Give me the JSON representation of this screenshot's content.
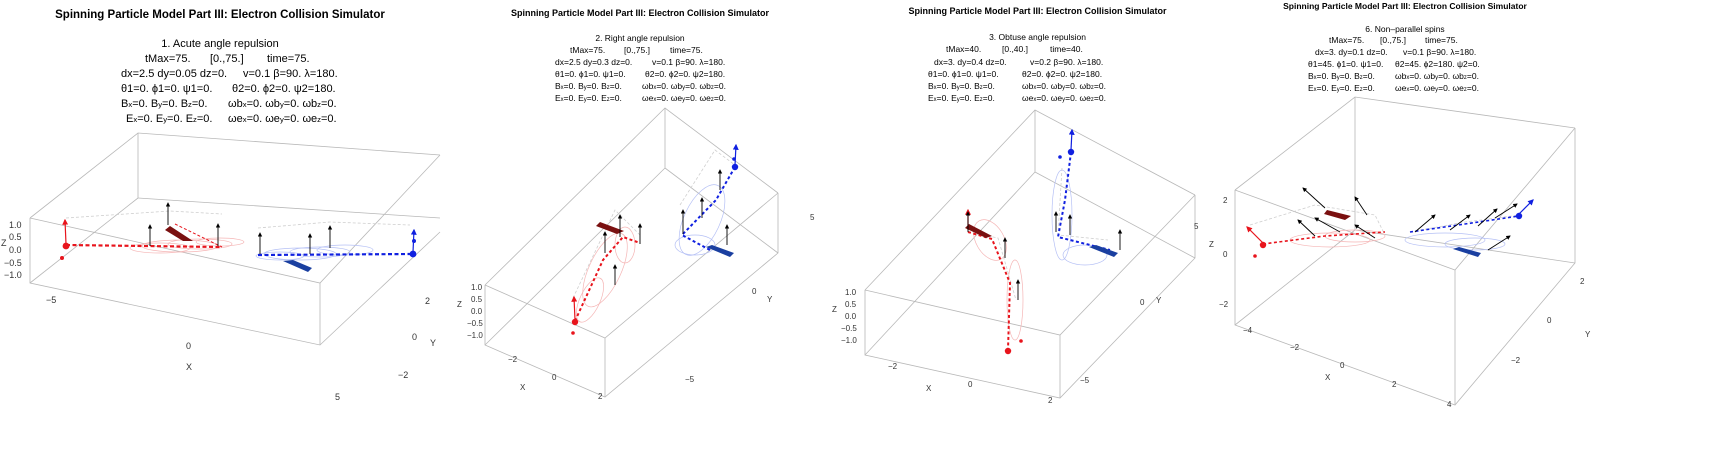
{
  "panels": [
    {
      "title": "Spinning Particle Model Part III: Electron Collision Simulator",
      "subtitle": "1. Acute angle repulsion",
      "params": {
        "tmax": "tMax=75.",
        "range": "[0.,75.]",
        "time": "time=75.",
        "dxyz": "dx=2.5 dy=0.05 dz=0.",
        "v": "v=0.1 β=90. λ=180.",
        "angles1": "θ1=0. ϕ1=0. ψ1=0.",
        "angles2": "θ2=0. ϕ2=0. ψ2=180.",
        "b_x": "B",
        "b_x_sub": "x",
        "b_x_val": "=0. ",
        "b_y": "B",
        "b_y_sub": "y",
        "b_y_val": "=0. ",
        "b_z": "B",
        "b_z_sub": "z",
        "b_z_val": "=0.",
        "wb": "ωb",
        "wb_x_sub": "x",
        "wb_x_val": "=0. ",
        "wb_y_sub": "y",
        "wb_y_val": "=0. ",
        "wb_z_sub": "z",
        "wb_z_val": "=0.",
        "e": "E",
        "e_x_sub": "x",
        "e_x_val": "=0. ",
        "e_y_sub": "y",
        "e_y_val": "=0. ",
        "e_z_sub": "z",
        "e_z_val": "=0.",
        "we": "ωe",
        "we_x_sub": "x",
        "we_x_val": "=0. ",
        "we_y_sub": "y",
        "we_y_val": "=0. ",
        "we_z_sub": "z",
        "we_z_val": "=0."
      },
      "axes": {
        "x_label": "X",
        "y_label": "Y",
        "z_label": "Z",
        "x_ticks": [
          "−5",
          "0",
          "5"
        ],
        "y_ticks": [
          "2",
          "0",
          "−2"
        ],
        "z_ticks": [
          "1.0",
          "0.5",
          "0.0",
          "−0.5",
          "−1.0"
        ]
      }
    },
    {
      "title": "Spinning Particle Model Part III: Electron Collision Simulator",
      "subtitle": "2. Right angle repulsion",
      "params": {
        "tmax": "tMax=75.",
        "range": "[0.,75.]",
        "time": "time=75.",
        "dxyz": "dx=2.5 dy=0.3 dz=0.",
        "v": "v=0.1 β=90. λ=180.",
        "angles1": "θ1=0. ϕ1=0. ψ1=0.",
        "angles2": "θ2=0. ϕ2=0. ψ2=180.",
        "b_x": "B",
        "b_x_sub": "x",
        "b_x_val": "=0. ",
        "b_y": "B",
        "b_y_sub": "y",
        "b_y_val": "=0. ",
        "b_z": "B",
        "b_z_sub": "z",
        "b_z_val": "=0.",
        "wb": "ωb",
        "wb_x_sub": "x",
        "wb_x_val": "=0. ",
        "wb_y_sub": "y",
        "wb_y_val": "=0. ",
        "wb_z_sub": "z",
        "wb_z_val": "=0.",
        "e": "E",
        "e_x_sub": "x",
        "e_x_val": "=0. ",
        "e_y_sub": "y",
        "e_y_val": "=0. ",
        "e_z_sub": "z",
        "e_z_val": "=0.",
        "we": "ωe",
        "we_x_sub": "x",
        "we_x_val": "=0. ",
        "we_y_sub": "y",
        "we_y_val": "=0. ",
        "we_z_sub": "z",
        "we_z_val": "=0."
      },
      "axes": {
        "x_label": "X",
        "y_label": "Y",
        "z_label": "Z",
        "x_ticks": [
          "−2",
          "0",
          "2"
        ],
        "y_ticks": [
          "5",
          "0",
          "−5"
        ],
        "z_ticks": [
          "1.0",
          "0.5",
          "0.0",
          "−0.5",
          "−1.0"
        ]
      }
    },
    {
      "title": "Spinning Particle Model Part III: Electron Collision Simulator",
      "subtitle": "3. Obtuse angle repulsion",
      "params": {
        "tmax": "tMax=40.",
        "range": "[0.,40.]",
        "time": "time=40.",
        "dxyz": "dx=3. dy=0.4 dz=0.",
        "v": "v=0.2 β=90. λ=180.",
        "angles1": "θ1=0. ϕ1=0. ψ1=0.",
        "angles2": "θ2=0. ϕ2=0. ψ2=180.",
        "b_x": "B",
        "b_x_sub": "x",
        "b_x_val": "=0. ",
        "b_y": "B",
        "b_y_sub": "y",
        "b_y_val": "=0. ",
        "b_z": "B",
        "b_z_sub": "z",
        "b_z_val": "=0.",
        "wb": "ωb",
        "wb_x_sub": "x",
        "wb_x_val": "=0. ",
        "wb_y_sub": "y",
        "wb_y_val": "=0. ",
        "wb_z_sub": "z",
        "wb_z_val": "=0.",
        "e": "E",
        "e_x_sub": "x",
        "e_x_val": "=0. ",
        "e_y_sub": "y",
        "e_y_val": "=0. ",
        "e_z_sub": "z",
        "e_z_val": "=0.",
        "we": "ωe",
        "we_x_sub": "x",
        "we_x_val": "=0. ",
        "we_y_sub": "y",
        "we_y_val": "=0. ",
        "we_z_sub": "z",
        "we_z_val": "=0."
      },
      "axes": {
        "x_label": "X",
        "y_label": "Y",
        "z_label": "Z",
        "x_ticks": [
          "−2",
          "0",
          "2"
        ],
        "y_ticks": [
          "5",
          "0",
          "−5"
        ],
        "z_ticks": [
          "1.0",
          "0.5",
          "0.0",
          "−0.5",
          "−1.0"
        ]
      }
    },
    {
      "title": "Spinning Particle Model Part III: Electron Collision Simulator",
      "subtitle": "6. Non–parallel spins",
      "params": {
        "tmax": "tMax=75.",
        "range": "[0.,75.]",
        "time": "time=75.",
        "dxyz": "dx=3. dy=0.1 dz=0.",
        "v": "v=0.1 β=90. λ=180.",
        "angles1": "θ1=45. ϕ1=0. ψ1=0.",
        "angles2": "θ2=45. ϕ2=180. ψ2=0.",
        "b_x": "B",
        "b_x_sub": "x",
        "b_x_val": "=0. ",
        "b_y": "B",
        "b_y_sub": "y",
        "b_y_val": "=0. ",
        "b_z": "B",
        "b_z_sub": "z",
        "b_z_val": "=0.",
        "wb": "ωb",
        "wb_x_sub": "x",
        "wb_x_val": "=0. ",
        "wb_y_sub": "y",
        "wb_y_val": "=0. ",
        "wb_z_sub": "z",
        "wb_z_val": "=0.",
        "e": "E",
        "e_x_sub": "x",
        "e_x_val": "=0. ",
        "e_y_sub": "y",
        "e_y_val": "=0. ",
        "e_z_sub": "z",
        "e_z_val": "=0.",
        "we": "ωe",
        "we_x_sub": "x",
        "we_x_val": "=0. ",
        "we_y_sub": "y",
        "we_y_val": "=0. ",
        "we_z_sub": "z",
        "we_z_val": "=0."
      },
      "axes": {
        "x_label": "X",
        "y_label": "Y",
        "z_label": "Z",
        "x_ticks": [
          "−4",
          "−2",
          "0",
          "2",
          "4"
        ],
        "y_ticks": [
          "2",
          "0",
          "−2"
        ],
        "z_ticks": [
          "2",
          "0",
          "−2"
        ]
      }
    }
  ],
  "colors": {
    "particle1": "#e8141c",
    "particle1_spin": "#7a1010",
    "particle2": "#1020e0",
    "particle2_spin": "#1a3fa0",
    "frame": "#b8b8b8",
    "arrow": "#000000"
  }
}
